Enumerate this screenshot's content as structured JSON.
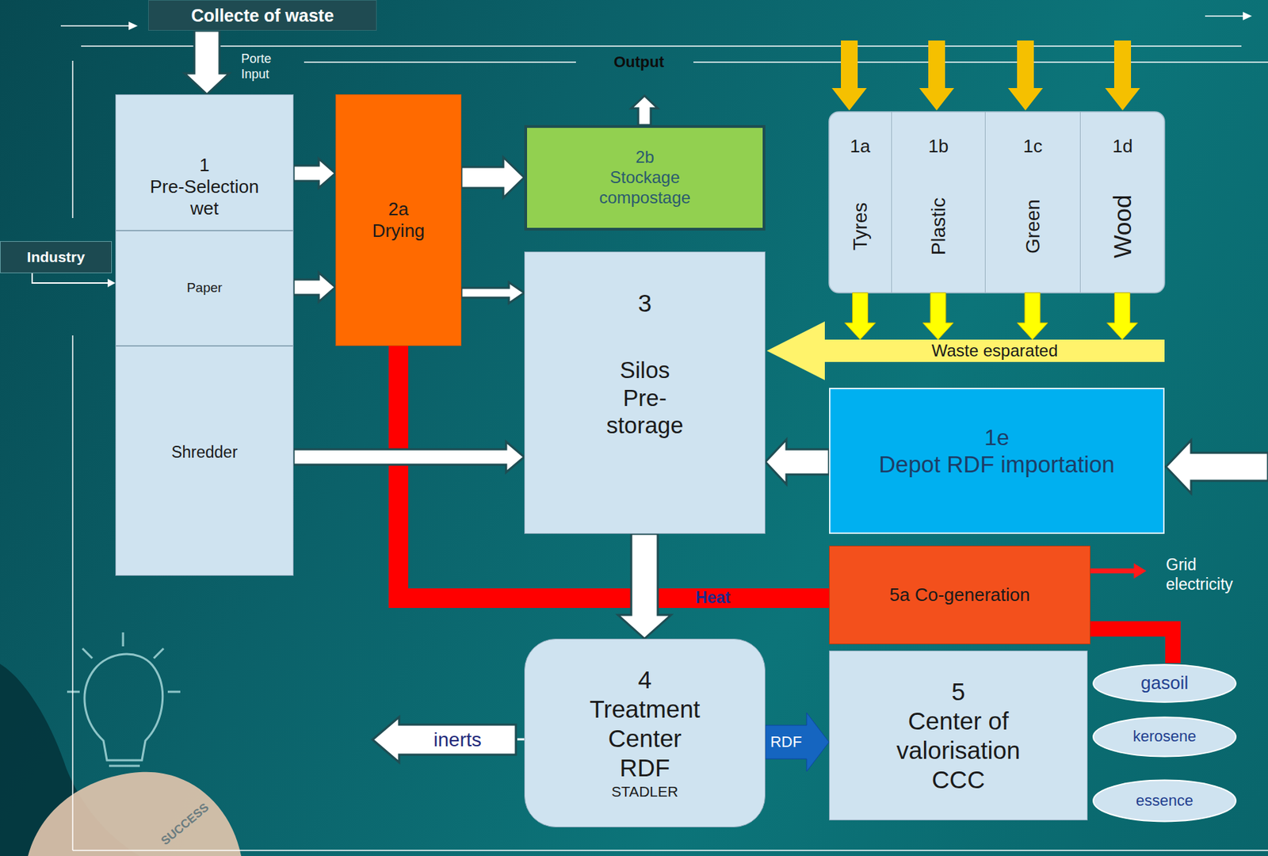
{
  "diagram": {
    "nodes": [
      {
        "text": [
          "Collecte of waste"
        ]
      },
      {
        "text": [
          "Industry"
        ]
      },
      {
        "text": [
          "1",
          "Pre-Selection wet"
        ]
      },
      {
        "text": [
          "Paper"
        ]
      },
      {
        "text": [
          "Shredder"
        ]
      },
      {
        "text": [
          "2a",
          "Drying"
        ]
      },
      {
        "text": [
          "2b",
          "Stockage compostage"
        ]
      },
      {
        "text": [
          "1a",
          "Tyres"
        ]
      },
      {
        "text": [
          "1b",
          "Plastic"
        ]
      },
      {
        "text": [
          "1c",
          "Green"
        ]
      },
      {
        "text": [
          "1d",
          "Wood"
        ]
      },
      {
        "text": [
          "3",
          "Silos Pre- storage"
        ]
      },
      {
        "text": [
          "Waste esparated"
        ]
      },
      {
        "text": [
          "1e",
          "Depot RDF importation"
        ]
      },
      {
        "text": [
          "5a Co-generation"
        ]
      },
      {
        "text": [
          "4",
          "Treatment Center RDF",
          "STADLER"
        ]
      },
      {
        "text": [
          "inerts"
        ]
      },
      {
        "text": [
          "5",
          "Center of valorisation CCC"
        ]
      },
      {
        "text": [
          "gasoil"
        ]
      },
      {
        "text": [
          "kerosene"
        ]
      },
      {
        "text": [
          "essence"
        ]
      }
    ],
    "edges": [
      {
        "from": 0,
        "to": 2,
        "arrow": "to"
      },
      {
        "from": 1,
        "to": 3,
        "arrow": "to"
      },
      {
        "from": 2,
        "to": 5,
        "arrow": "to"
      },
      {
        "from": 3,
        "to": 5,
        "arrow": "to"
      },
      {
        "from": 5,
        "to": 6,
        "arrow": "to"
      },
      {
        "from": 5,
        "to": 11,
        "arrow": "to"
      },
      {
        "from": 4,
        "to": 11,
        "arrow": "to"
      },
      {
        "from": 7,
        "to": 12,
        "arrow": "to"
      },
      {
        "from": 8,
        "to": 12,
        "arrow": "to"
      },
      {
        "from": 9,
        "to": 12,
        "arrow": "to"
      },
      {
        "from": 10,
        "to": 12,
        "arrow": "to"
      },
      {
        "from": 13,
        "to": 11,
        "arrow": "to"
      },
      {
        "from": 11,
        "to": 15,
        "arrow": "to"
      },
      {
        "from": 15,
        "to": 17,
        "label": "RDF",
        "arrow": "to"
      },
      {
        "from": 15,
        "to": 16,
        "arrow": "none"
      },
      {
        "from": 14,
        "to": 5,
        "label": "Heat",
        "arrow": "none"
      },
      {
        "from": 14,
        "to": 18,
        "arrow": "none"
      }
    ],
    "labels": [
      "Porte Input",
      "Output",
      "Grid electricity",
      "SUCCESS"
    ]
  }
}
